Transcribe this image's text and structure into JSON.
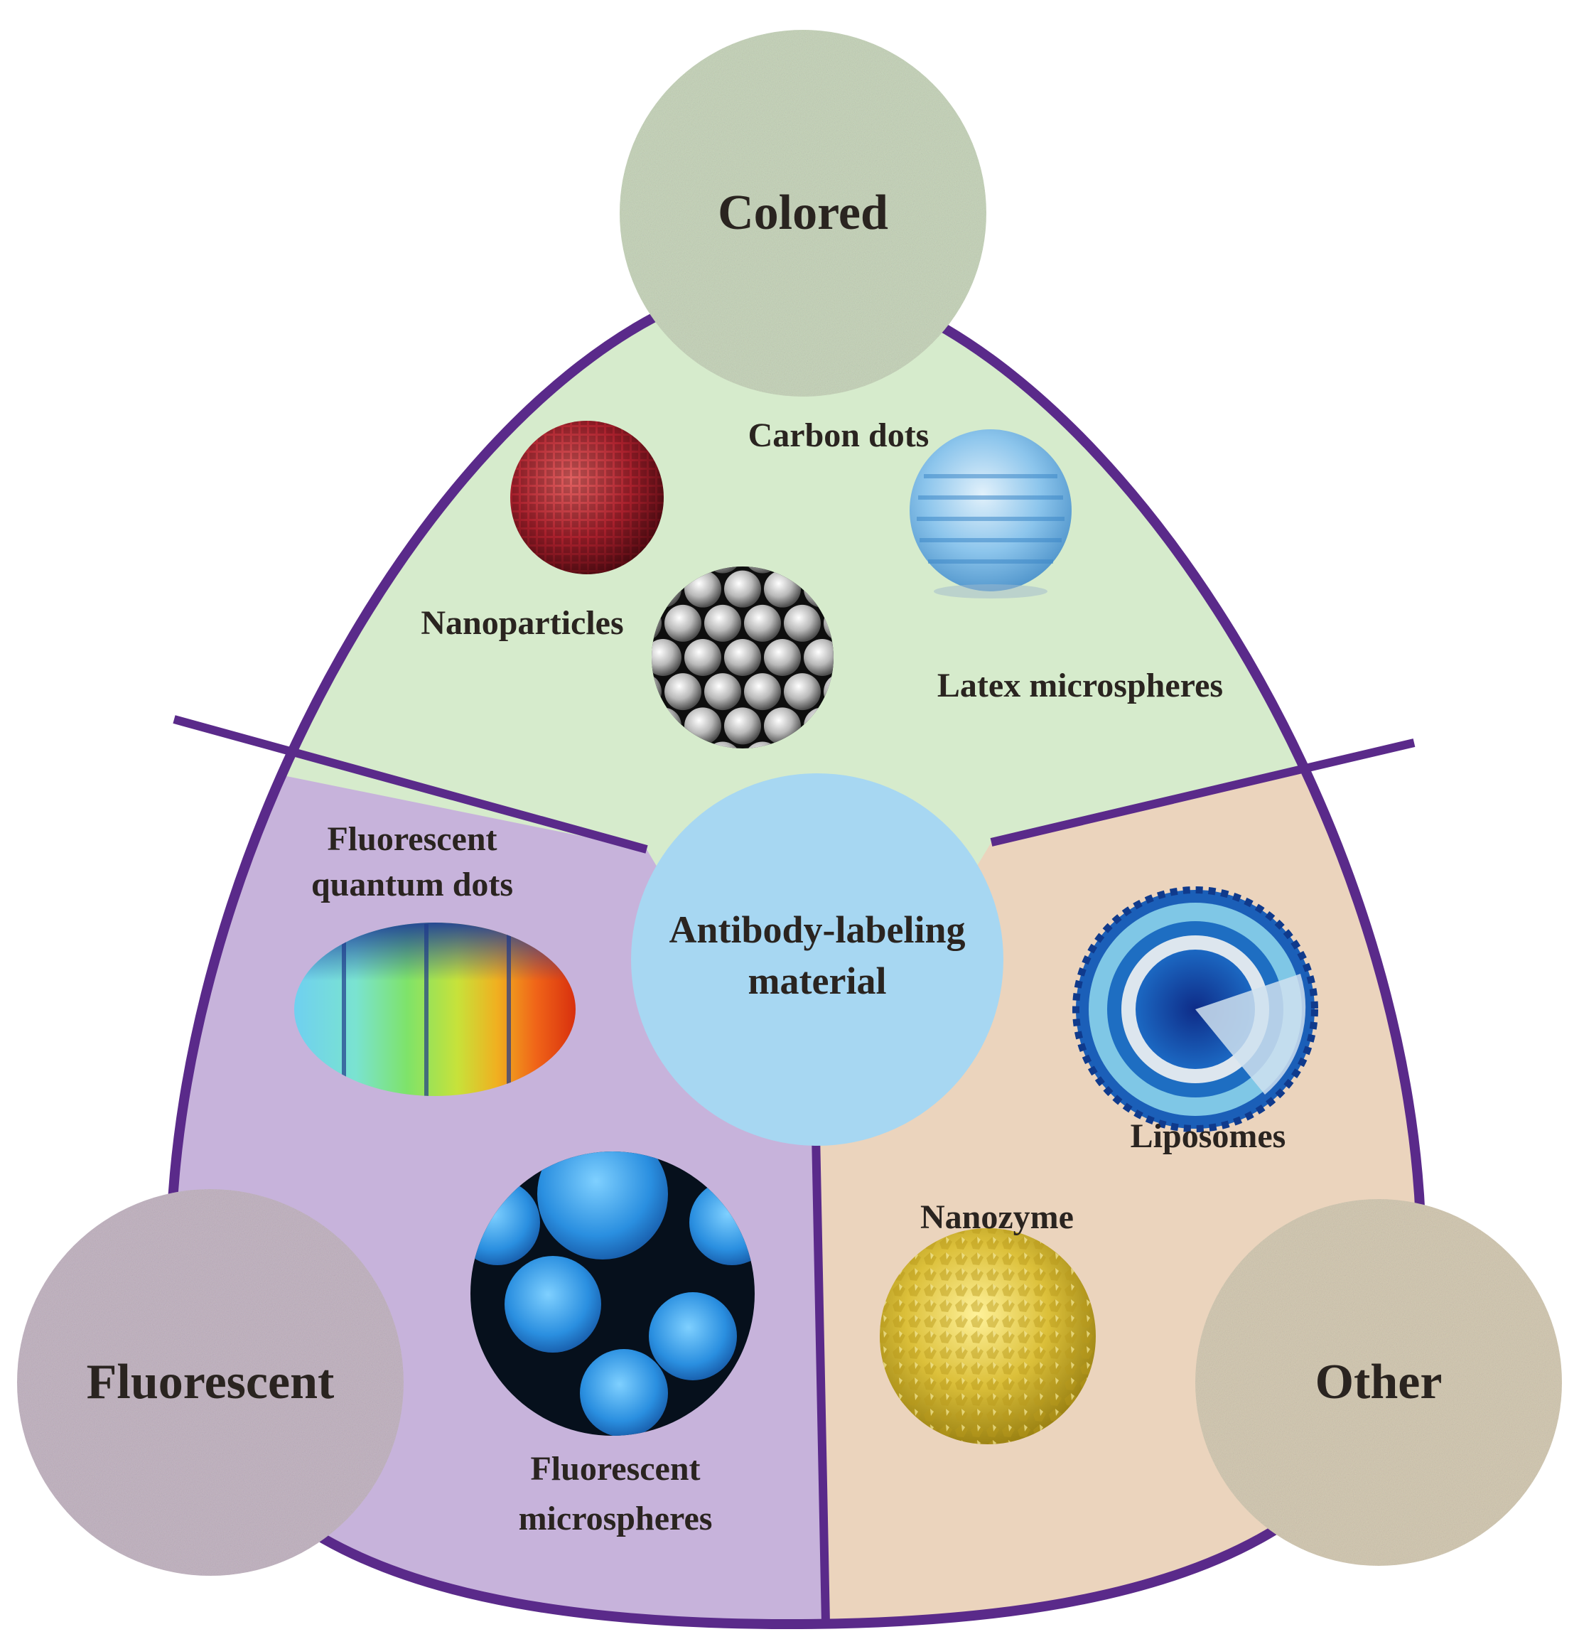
{
  "center": {
    "line1": "Antibody-labeling",
    "line2": "material"
  },
  "categories": {
    "colored": "Colored",
    "fluorescent": "Fluorescent",
    "other": "Other"
  },
  "items": {
    "carbon_dots": "Carbon dots",
    "nanoparticles": "Nanoparticles",
    "latex_microspheres": "Latex microspheres",
    "fluorescent_quantum_dots": {
      "line1": "Fluorescent",
      "line2": "quantum dots"
    },
    "fluorescent_microspheres": {
      "line1": "Fluorescent",
      "line2": "microspheres"
    },
    "liposomes": "Liposomes",
    "nanozyme": "Nanozyme"
  },
  "colors": {
    "outline": "#5a2a8a",
    "colored_region": "#d6ebcc",
    "fluorescent_region": "#c7b3db",
    "other_region": "#ebd4bd",
    "center_circle": "#a7d7f2",
    "colored_badge": "#c9d6bd",
    "fluorescent_badge": "#c5b7c4",
    "other_badge": "#d5cbb5"
  }
}
